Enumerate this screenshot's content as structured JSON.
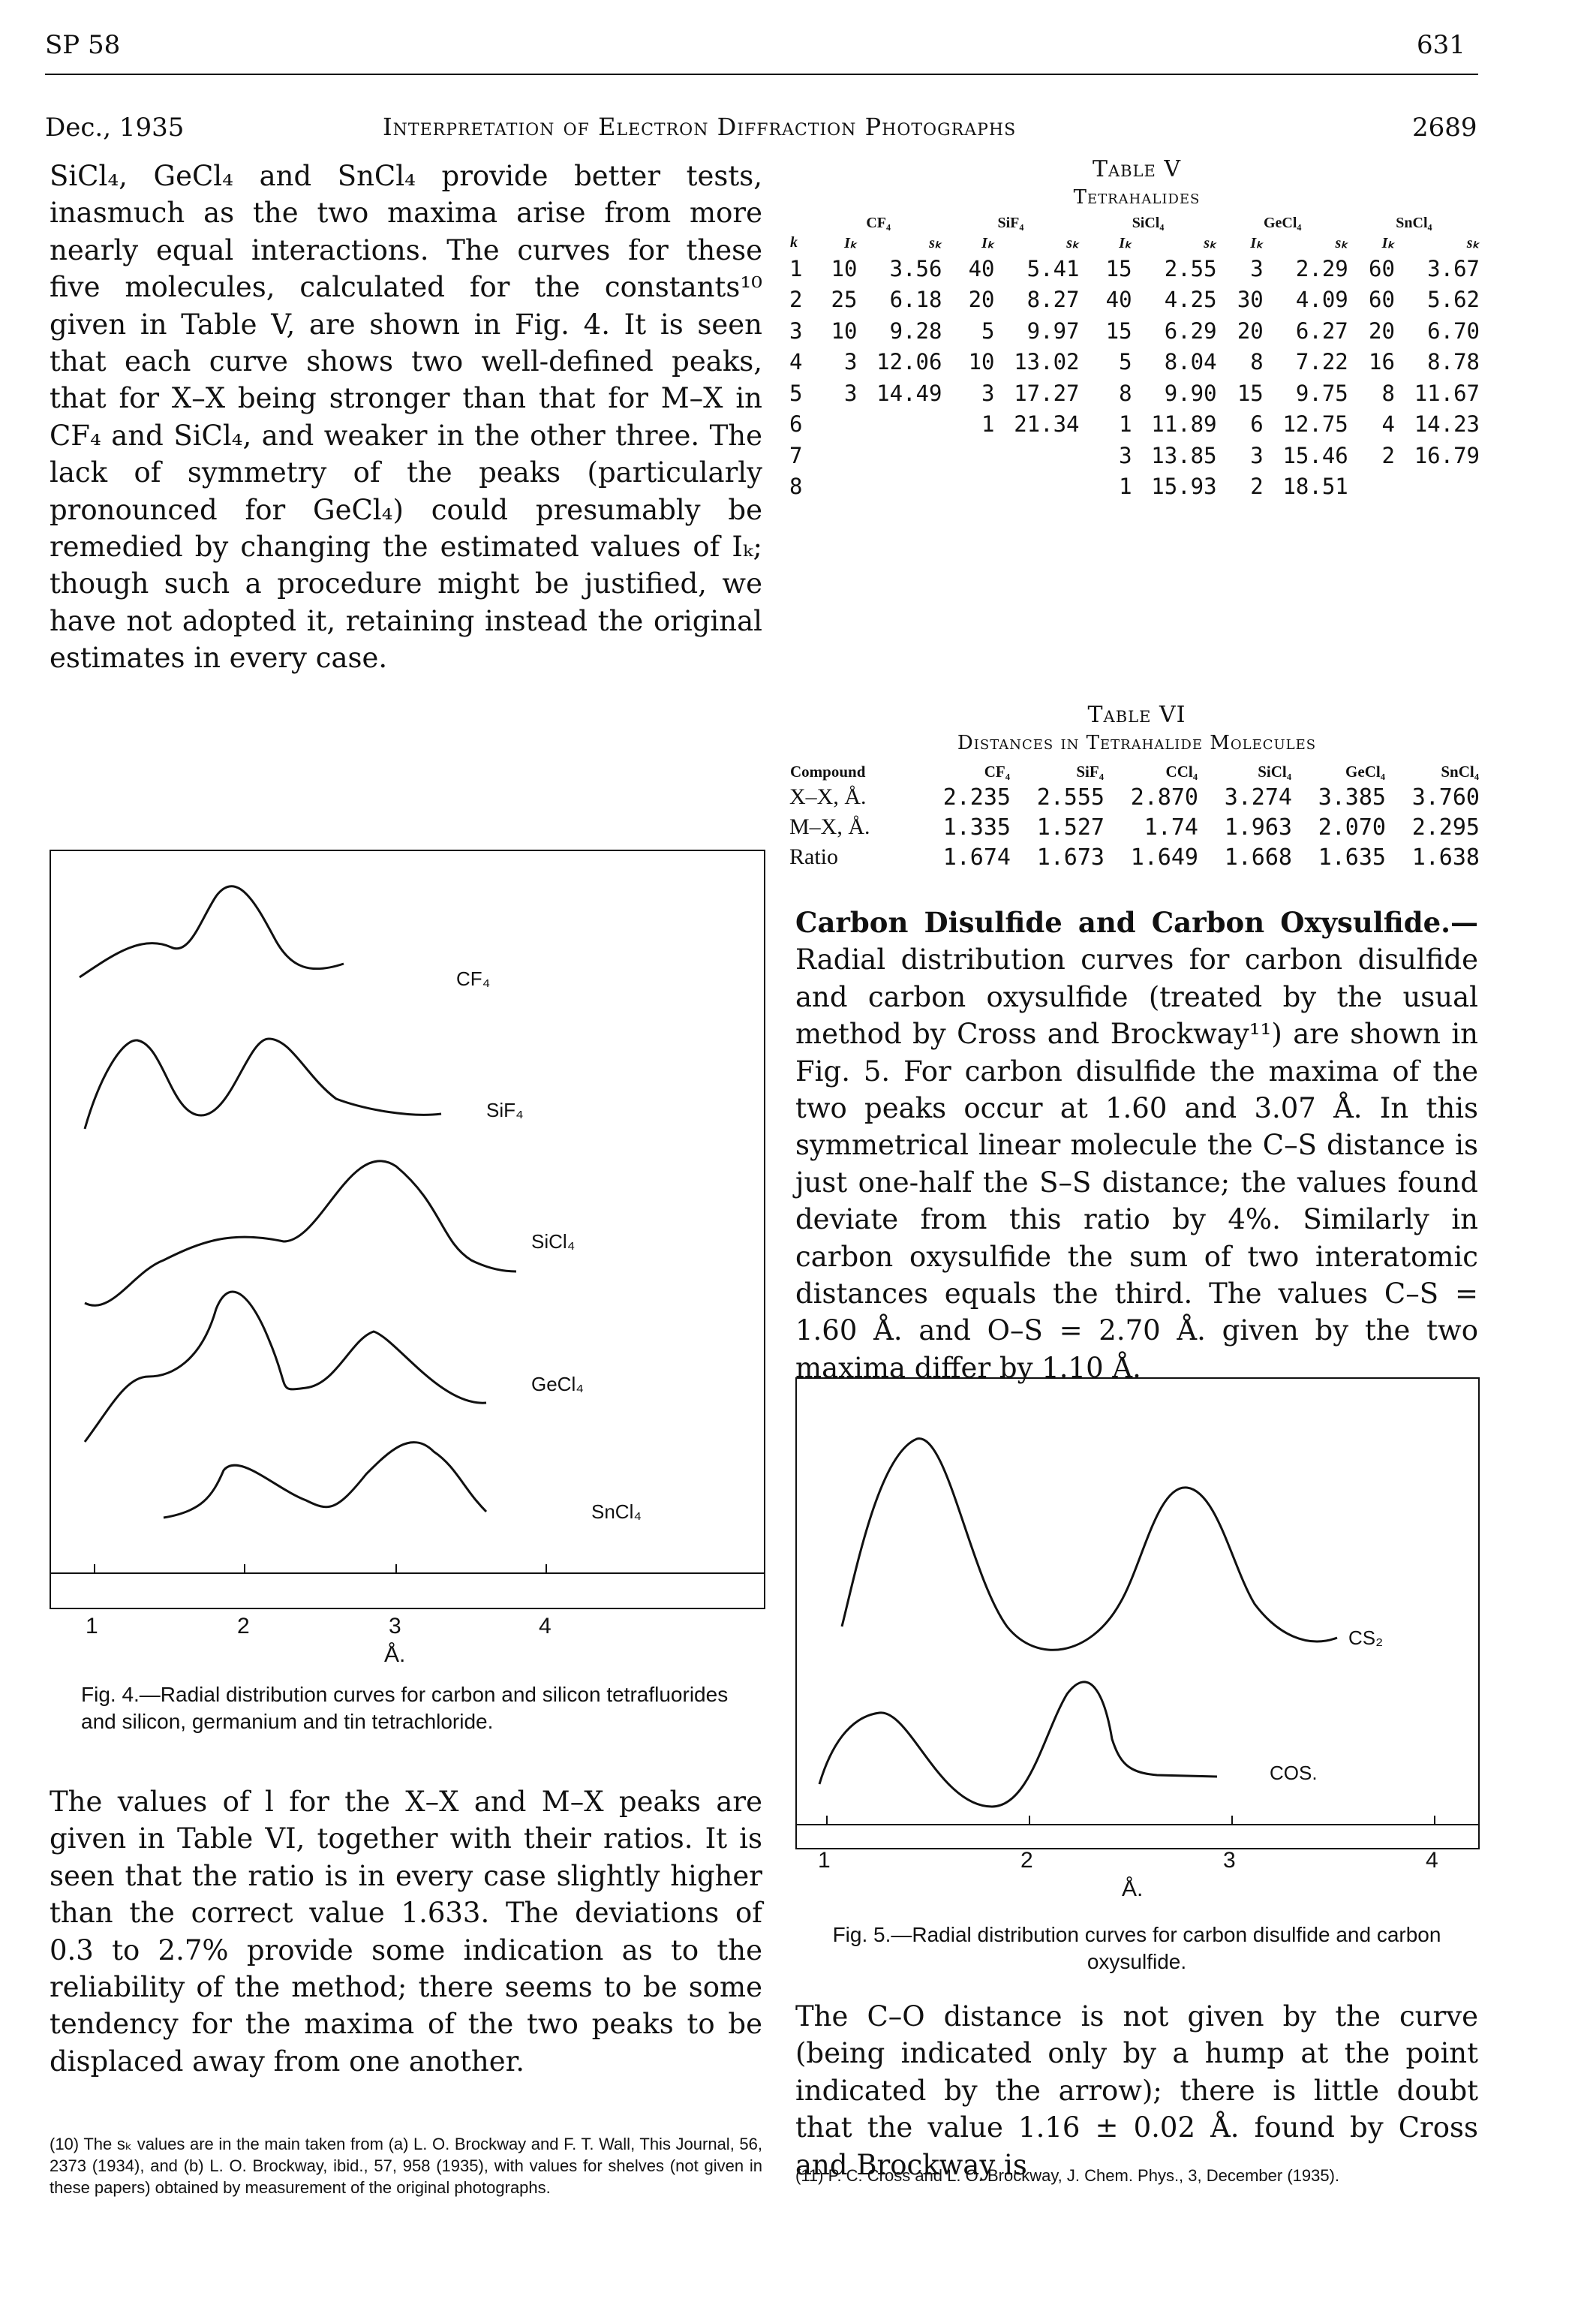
{
  "header": {
    "journal_code": "SP 58",
    "page_number": "631",
    "date": "Dec., 1935",
    "running_title": "Interpretation of Electron Diffraction Photographs",
    "journal_page": "2689"
  },
  "left_column": {
    "paragraph1": "SiCl₄, GeCl₄ and SnCl₄ provide better tests, inasmuch as the two maxima arise from more nearly equal interactions. The curves for these five molecules, calculated for the constants¹⁰ given in Table V, are shown in Fig. 4. It is seen that each curve shows two well-defined peaks, that for X–X being stronger than that for M–X in CF₄ and SiCl₄, and weaker in the other three. The lack of symmetry of the peaks (particularly pronounced for GeCl₄) could presumably be remedied by changing the estimated values of Iₖ; though such a procedure might be justified, we have not adopted it, retaining instead the original estimates in every case.",
    "paragraph2": "The values of l for the X–X and M–X peaks are given in Table VI, together with their ratios. It is seen that the ratio is in every case slightly higher than the correct value 1.633. The deviations of 0.3 to 2.7% provide some indication as to the reliability of the method; there seems to be some tendency for the maxima of the two peaks to be displaced away from one another.",
    "footnote": "(10) The sₖ values are in the main taken from (a) L. O. Brockway and F. T. Wall, This Journal, 56, 2373 (1934), and (b) L. O. Brockway, ibid., 57, 958 (1935), with values for shelves (not given in these papers) obtained by measurement of the original photographs."
  },
  "figure4": {
    "curve_labels": [
      "CF₄",
      "SiF₄",
      "SiCl₄",
      "GeCl₄",
      "SnCl₄"
    ],
    "tick_labels": [
      "1",
      "2",
      "3",
      "4"
    ],
    "axis_unit": "Å.",
    "caption": "Fig. 4.—Radial distribution curves for carbon and silicon tetrafluorides and silicon, germanium and tin tetrachloride."
  },
  "table5": {
    "title": "Table V",
    "subtitle": "Tetrahalides",
    "groups": [
      "CF₄",
      "SiF₄",
      "SiCl₄",
      "GeCl₄",
      "SnCl₄"
    ],
    "col_k": "k",
    "col_i": "Iₖ",
    "col_s": "sₖ",
    "rows": [
      [
        "1",
        "10",
        "3.56",
        "40",
        "5.41",
        "15",
        "2.55",
        "3",
        "2.29",
        "60",
        "3.67"
      ],
      [
        "2",
        "25",
        "6.18",
        "20",
        "8.27",
        "40",
        "4.25",
        "30",
        "4.09",
        "60",
        "5.62"
      ],
      [
        "3",
        "10",
        "9.28",
        "5",
        "9.97",
        "15",
        "6.29",
        "20",
        "6.27",
        "20",
        "6.70"
      ],
      [
        "4",
        "3",
        "12.06",
        "10",
        "13.02",
        "5",
        "8.04",
        "8",
        "7.22",
        "16",
        "8.78"
      ],
      [
        "5",
        "3",
        "14.49",
        "3",
        "17.27",
        "8",
        "9.90",
        "15",
        "9.75",
        "8",
        "11.67"
      ],
      [
        "6",
        "",
        "",
        "1",
        "21.34",
        "1",
        "11.89",
        "6",
        "12.75",
        "4",
        "14.23"
      ],
      [
        "7",
        "",
        "",
        "",
        "",
        "3",
        "13.85",
        "3",
        "15.46",
        "2",
        "16.79"
      ],
      [
        "8",
        "",
        "",
        "",
        "",
        "1",
        "15.93",
        "2",
        "18.51",
        "",
        ""
      ]
    ]
  },
  "table6": {
    "title": "Table VI",
    "subtitle": "Distances in Tetrahalide Molecules",
    "headers": [
      "Compound",
      "CF₄",
      "SiF₄",
      "CCl₄",
      "SiCl₄",
      "GeCl₄",
      "SnCl₄"
    ],
    "rows": [
      [
        "X–X, Å.",
        "2.235",
        "2.555",
        "2.870",
        "3.274",
        "3.385",
        "3.760"
      ],
      [
        "M–X, Å.",
        "1.335",
        "1.527",
        "1.74",
        "1.963",
        "2.070",
        "2.295"
      ],
      [
        "Ratio",
        "1.674",
        "1.673",
        "1.649",
        "1.668",
        "1.635",
        "1.638"
      ]
    ]
  },
  "right_column": {
    "section_heading": "Carbon Disulfide and Carbon Oxysulfide.—",
    "paragraph1": "Radial distribution curves for carbon disulfide and carbon oxysulfide (treated by the usual method by Cross and Brockway¹¹) are shown in Fig. 5. For carbon disulfide the maxima of the two peaks occur at 1.60 and 3.07 Å. In this symmetrical linear molecule the C–S distance is just one-half the S–S distance; the values found deviate from this ratio by 4%. Similarly in carbon oxysulfide the sum of two interatomic distances equals the third. The values C–S = 1.60 Å. and O–S = 2.70 Å. given by the two maxima differ by 1.10 Å.",
    "paragraph2": "The C–O distance is not given by the curve (being indicated only by a hump at the point indicated by the arrow); there is little doubt that the value 1.16 ± 0.02 Å. found by Cross and Brockway is",
    "footnote": "(11) P. C. Cross and L. O. Brockway, J. Chem. Phys., 3, December (1935)."
  },
  "figure5": {
    "curve_labels": [
      "CS₂",
      "COS."
    ],
    "tick_labels": [
      "1",
      "2",
      "3",
      "4"
    ],
    "axis_unit": "Å.",
    "caption": "Fig. 5.—Radial distribution curves for carbon disulfide and carbon oxysulfide."
  }
}
